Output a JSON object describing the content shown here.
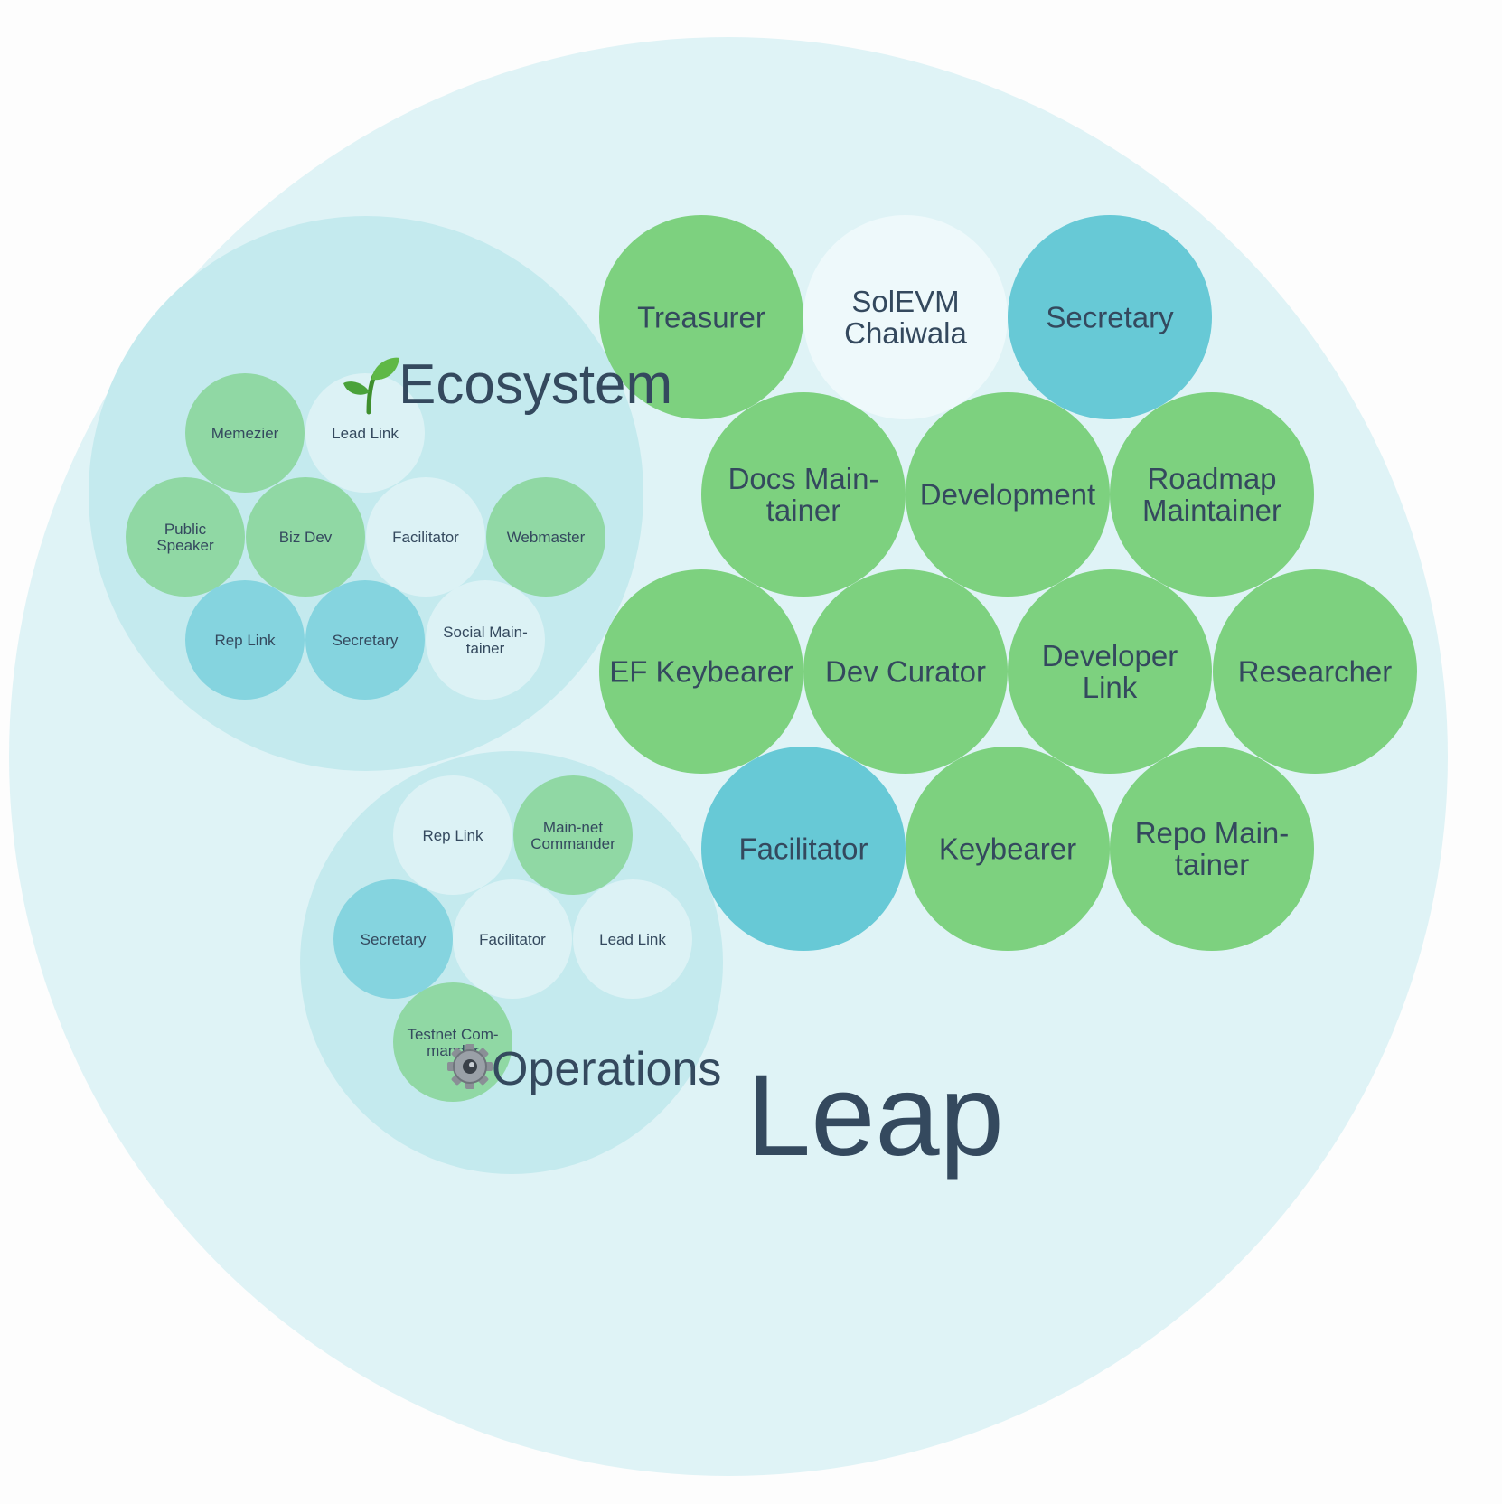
{
  "colors": {
    "outer": "#dff3f6",
    "group": "#c4eaee",
    "green": "#7dd17f",
    "green_light": "#90d8a4",
    "blue": "#67c9d6",
    "blue_light": "#85d4df",
    "white": "#eef9fb",
    "white_small": "#dcf2f5",
    "text": "#34495e"
  },
  "root": {
    "name": "Leap"
  },
  "groups": [
    {
      "id": "ecosystem",
      "name": "Ecosystem",
      "icon": "seedling-icon",
      "roles": [
        {
          "name": "Memezier",
          "kind": "green"
        },
        {
          "name": "Lead Link",
          "kind": "white"
        },
        {
          "name": "Public Speaker",
          "kind": "green"
        },
        {
          "name": "Biz Dev",
          "kind": "green"
        },
        {
          "name": "Facilitator",
          "kind": "white"
        },
        {
          "name": "Webmaster",
          "kind": "green"
        },
        {
          "name": "Rep Link",
          "kind": "blue"
        },
        {
          "name": "Secretary",
          "kind": "blue"
        },
        {
          "name": "Social Maintainer",
          "kind": "white"
        }
      ]
    },
    {
      "id": "operations",
      "name": "Operations",
      "icon": "gear-icon",
      "roles": [
        {
          "name": "Rep Link",
          "kind": "white"
        },
        {
          "name": "Main-net Commander",
          "kind": "green"
        },
        {
          "name": "Secretary",
          "kind": "blue"
        },
        {
          "name": "Facilitator",
          "kind": "white"
        },
        {
          "name": "Lead Link",
          "kind": "white"
        },
        {
          "name": "Testnet Commander",
          "kind": "green"
        }
      ]
    }
  ],
  "roles": [
    {
      "name": "Treasurer",
      "kind": "green"
    },
    {
      "name": "SolEVM Chaiwala",
      "kind": "white"
    },
    {
      "name": "Secretary",
      "kind": "blue"
    },
    {
      "name": "Docs Maintainer",
      "kind": "green"
    },
    {
      "name": "Development",
      "kind": "green"
    },
    {
      "name": "Roadmap Maintainer",
      "kind": "green"
    },
    {
      "name": "EF Keybearer",
      "kind": "green"
    },
    {
      "name": "Dev Curator",
      "kind": "green"
    },
    {
      "name": "Developer Link",
      "kind": "green"
    },
    {
      "name": "Researcher",
      "kind": "green"
    },
    {
      "name": "Facilitator",
      "kind": "blue"
    },
    {
      "name": "Keybearer",
      "kind": "green"
    },
    {
      "name": "Repo Maintainer",
      "kind": "green"
    }
  ]
}
